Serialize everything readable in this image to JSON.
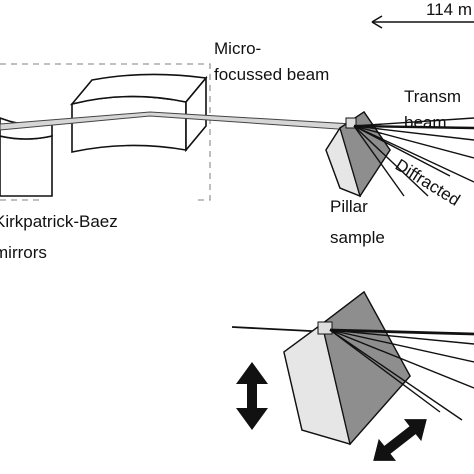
{
  "labels": {
    "distance": "114 m",
    "beam_line1": "Micro-",
    "beam_line2": "focussed beam",
    "transmitted_line1": "Transm",
    "transmitted_line2": "beam",
    "diffracted": "Diffracted",
    "pillar_line1": "Pillar",
    "pillar_line2": "sample",
    "kb_line1": "Kirkpatrick-Baez",
    "kb_line2": "mirrors"
  },
  "colors": {
    "ink": "#111111",
    "sample_dark": "#8c8c8c",
    "sample_mid": "#b5b5b5",
    "sample_light": "#e2e2e2",
    "dashed_box": "#9a9a9a"
  }
}
